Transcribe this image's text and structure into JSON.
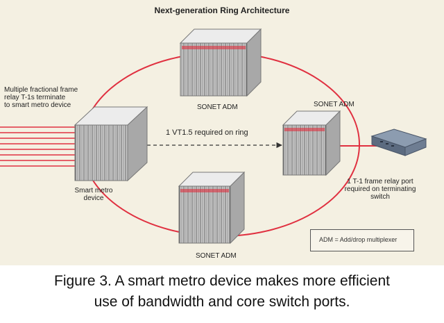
{
  "title": "Next-generation Ring Architecture",
  "labels": {
    "left_note": [
      "Multiple fractional frame",
      "relay T-1s terminate",
      "to smart metro device"
    ],
    "adm_top": "SONET ADM",
    "adm_right": "SONET ADM",
    "adm_bottom": "SONET ADM",
    "smart_device": [
      "Smart metro",
      "device"
    ],
    "vt_ring": "1 VT1.5 required on ring",
    "frame_port": [
      "1 T-1 frame relay port",
      "required on terminating",
      "switch"
    ]
  },
  "legend": "ADM = Add/drop multiplexer",
  "caption": [
    "Figure 3. A smart metro device makes more efficient",
    "use of bandwidth and core switch ports."
  ],
  "colors": {
    "background": "#f4f0e2",
    "ring": "#e03040",
    "box_light": "#dcdcdc",
    "box_side": "#a8a8a8",
    "box_top": "#ececec"
  }
}
